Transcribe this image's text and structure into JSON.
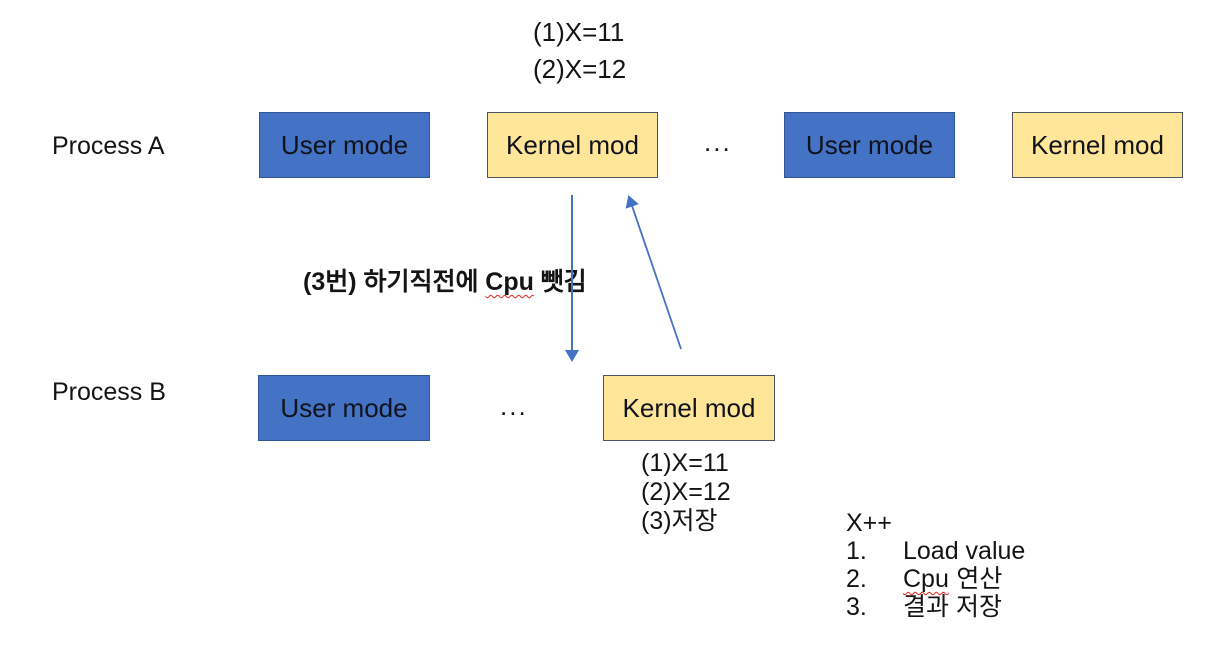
{
  "title_note": {
    "line1": "(1)X=11",
    "line2": "(2)X=12"
  },
  "process_a": {
    "label": "Process A",
    "box1": "User mode",
    "box2": "Kernel mod",
    "ellipsis": "...",
    "box3": "User mode",
    "box4": "Kernel mod"
  },
  "preempt_note": {
    "prefix": "(3번) 하기직전에",
    "cpu": "Cpu",
    "suffix": "뺏김"
  },
  "process_b": {
    "label": "Process B",
    "box1": "User mode",
    "ellipsis": "...",
    "box2": "Kernel mod"
  },
  "kernel_b_steps": {
    "line1": "(1)X=11",
    "line2": "(2)X=12",
    "line3": "(3)저장"
  },
  "xpp_note": {
    "title": "X++",
    "item1_num": "1.",
    "item1_text": "Load value",
    "item2_num": "2.",
    "item2_cpu": "Cpu",
    "item2_rest": "연산",
    "item3_num": "3.",
    "item3_text": "결과 저장"
  },
  "colors": {
    "user_box_fill": "#4472C4",
    "user_box_border": "#2F5597",
    "kernel_box_fill": "#FFE699",
    "kernel_box_border": "#4D5461",
    "arrow": "#4472C4",
    "text": "#141414",
    "spellcheck_underline": "#E8231A",
    "background": "#FFFFFF"
  }
}
